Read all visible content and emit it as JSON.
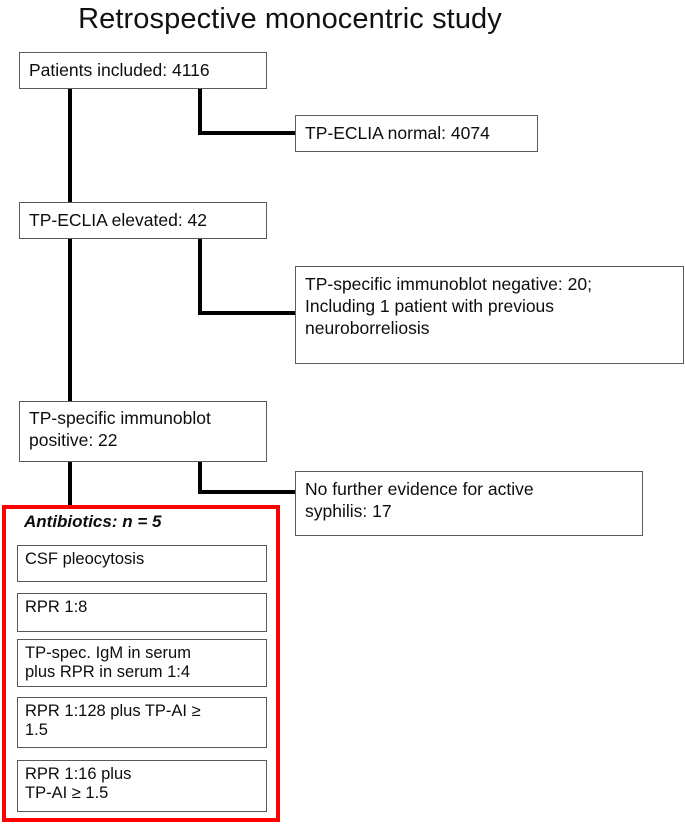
{
  "title": "Retrospective  monocentric study",
  "accent_color": "#fe0000",
  "box_border_color": "#5b5b5b",
  "line_color": "#000000",
  "nodes": {
    "patients_included": "Patients included: 4116",
    "tp_eclia_normal": "TP-ECLIA normal: 4074",
    "tp_eclia_elevated": "TP-ECLIA elevated: 42",
    "immunoblot_negative": "TP-specific immunoblot negative: 20;\nIncluding  1 patient with previous\nneuroborreliosis",
    "immunoblot_positive": "TP-specific immunoblot\npositive:              22",
    "no_further_evidence": "No further evidence for active\nsyphilis: 17"
  },
  "antibiotics_group": {
    "header": "Antibiotics: n = 5",
    "items": [
      "CSF pleocytosis",
      "RPR 1:8",
      "TP-spec. IgM in serum\nplus RPR in serum 1:4",
      "RPR 1:128 plus TP-AI ≥\n1.5",
      "RPR 1:16 plus\nTP-AI ≥ 1.5"
    ]
  },
  "chart_data": {
    "type": "table",
    "title": "Retrospective  monocentric study",
    "categories": [
      "Patients included",
      "TP-ECLIA normal",
      "TP-ECLIA elevated",
      "TP-specific immunoblot negative",
      "TP-specific immunoblot positive",
      "No further evidence for active syphilis",
      "Antibiotics"
    ],
    "values": [
      4116,
      4074,
      42,
      20,
      22,
      17,
      5
    ]
  }
}
